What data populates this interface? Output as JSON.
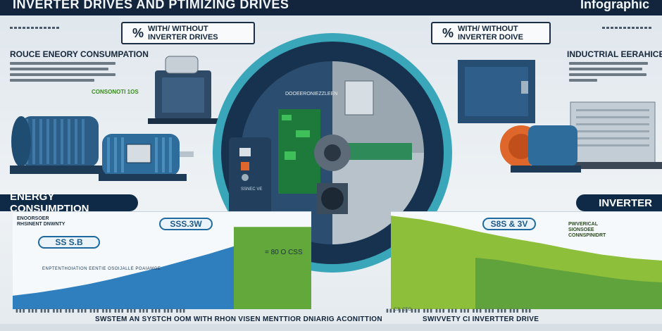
{
  "header": {
    "title_left": "INVERTER DRIVES AND PTIMIZING DRIVES",
    "title_right": "Infographic"
  },
  "banner_left": {
    "icon": "%",
    "line1": "WITH/ WITHOUT",
    "line2": "INVERTER DRIVES"
  },
  "banner_right": {
    "icon": "%",
    "line1": "WITH/ WITHOUT",
    "line2": "INVERTER DOIVE"
  },
  "left_panel": {
    "heading": "ROUCE ENEORY CONSUMPATION",
    "badge": "CONSONOTI 1OS"
  },
  "right_panel": {
    "heading": "INDUCTRIAL EERAHICES"
  },
  "energy_band": {
    "label": "ENERGY CONSUMPTION"
  },
  "inverter_band": {
    "label": "INVERTER"
  },
  "left_chart": {
    "legend_line1": "ENOORSOER",
    "legend_line2": "RHSINENT DNWNTY",
    "pill_top": "SSS.3W",
    "pill_left": "SS S.B",
    "mid_value": "= 80 O CSS",
    "area_label": "ENPTENTHOIATION EENTIE OSOIJALLE POAIAMGE",
    "caption": "SWSTEM AN SYSTCH OOM WITH RHON VISEN MENTTIOR DNIARIG ACONITTION"
  },
  "right_chart": {
    "pill": "S8S & 3V",
    "legend_line1": "PWVERICAL",
    "legend_line2": "SIONSOEE",
    "legend_line3": "CONNSPINIDRT",
    "side_label": "CJL CEO",
    "caption": "SWIVVETY CI INVERTTER DRIVE"
  },
  "center_labels": {
    "ring_top": "DOOEERONIEZZLEEN",
    "panel_label": "SSNEC VE"
  },
  "chart_data": [
    {
      "type": "area",
      "title": "",
      "series": [
        {
          "name": "",
          "values": [
            18,
            22,
            27,
            33,
            40,
            48,
            56,
            65,
            74,
            84
          ]
        },
        {
          "name": "",
          "values": [
            110,
            110,
            110
          ]
        }
      ],
      "colors": [
        "#2f7fbf",
        "#62a83a"
      ]
    },
    {
      "type": "area",
      "title": "",
      "series": [
        {
          "name": "",
          "values": [
            125,
            120,
            112,
            103,
            95,
            88,
            80,
            73,
            68,
            65
          ]
        }
      ],
      "colors": [
        "#8dbf3a",
        "#3c8a3c"
      ]
    }
  ],
  "colors": {
    "navy": "#12253c",
    "blue": "#2f7fbf",
    "green": "#62a83a",
    "teal": "#3aa6b9",
    "orange": "#e0672b"
  }
}
